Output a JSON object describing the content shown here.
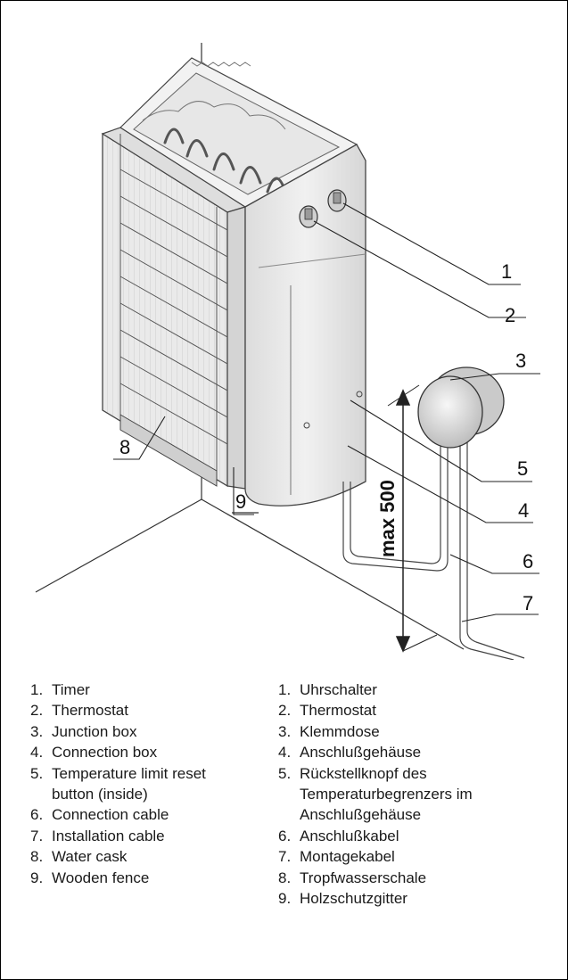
{
  "callouts": [
    "1",
    "2",
    "3",
    "4",
    "5",
    "6",
    "7",
    "8",
    "9"
  ],
  "dimension_label": "max 500",
  "legend_en": [
    {
      "num": "1.",
      "text": "Timer"
    },
    {
      "num": "2.",
      "text": "Thermostat"
    },
    {
      "num": "3.",
      "text": "Junction box"
    },
    {
      "num": "4.",
      "text": "Connection box"
    },
    {
      "num": "5.",
      "text": "Temperature limit reset button (inside)"
    },
    {
      "num": "6.",
      "text": "Connection cable"
    },
    {
      "num": "7.",
      "text": "Installation cable"
    },
    {
      "num": "8.",
      "text": "Water cask"
    },
    {
      "num": "9.",
      "text": "Wooden fence"
    }
  ],
  "legend_de": [
    {
      "num": "1.",
      "text": "Uhrschalter"
    },
    {
      "num": "2.",
      "text": "Thermostat"
    },
    {
      "num": "3.",
      "text": "Klemmdose"
    },
    {
      "num": "4.",
      "text": "Anschlußgehäuse"
    },
    {
      "num": "5.",
      "text": "Rückstellknopf des Temperaturbegrenzers im Anschlußgehäuse"
    },
    {
      "num": "6.",
      "text": "Anschlußkabel"
    },
    {
      "num": "7.",
      "text": "Montagekabel"
    },
    {
      "num": "8.",
      "text": "Tropfwasserschale"
    },
    {
      "num": "9.",
      "text": "Holzschutzgitter"
    }
  ]
}
